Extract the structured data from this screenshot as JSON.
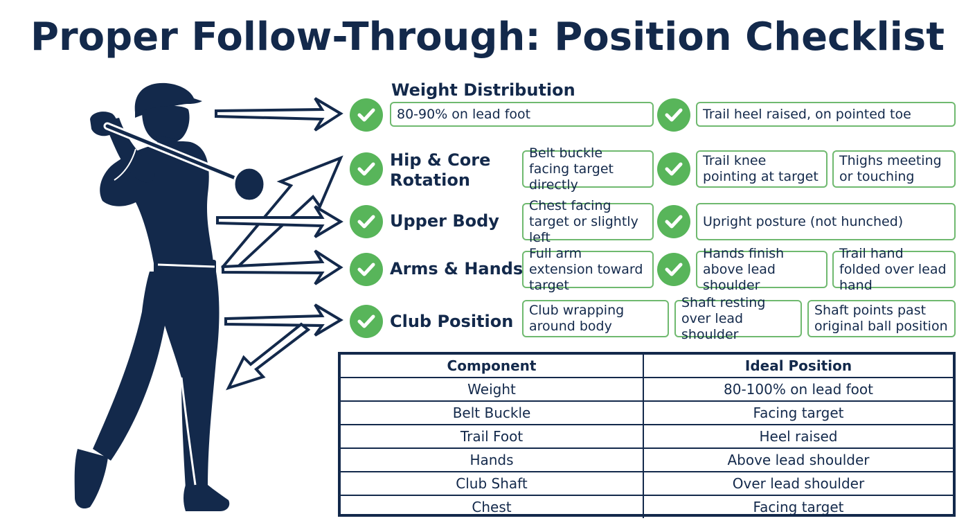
{
  "title": "Proper Follow-Through: Position Checklist",
  "icons": {
    "figure": "golfer-silhouette-icon",
    "check": "check-circle-icon",
    "arrow": "outline-arrow-icon"
  },
  "colors": {
    "navy": "#13294b",
    "green": "#58b55a",
    "box_border": "#6fb96f"
  },
  "checklist": {
    "weight": {
      "label": "Weight Distribution",
      "items": [
        "80-90% on lead foot",
        "Trail heel raised, on pointed toe"
      ]
    },
    "hip": {
      "label": "Hip & Core Rotation",
      "items": [
        "Belt buckle facing target directly",
        "Trail knee pointing at target",
        "Thighs meeting or touching"
      ]
    },
    "upper": {
      "label": "Upper Body",
      "items": [
        "Chest facing target or slightly left",
        "Upright posture (not hunched)"
      ]
    },
    "arms": {
      "label": "Arms & Hands",
      "items": [
        "Full arm extension toward target",
        "Hands finish above lead shoulder",
        "Trail hand folded over lead hand"
      ]
    },
    "club": {
      "label": "Club Position",
      "items": [
        "Club wrapping around body",
        "Shaft resting over lead shoulder",
        "Shaft points past original ball position"
      ]
    }
  },
  "table": {
    "headers": [
      "Component",
      "Ideal Position"
    ],
    "rows": [
      [
        "Weight",
        "80-100% on lead foot"
      ],
      [
        "Belt Buckle",
        "Facing target"
      ],
      [
        "Trail Foot",
        "Heel raised"
      ],
      [
        "Hands",
        "Above lead shoulder"
      ],
      [
        "Club Shaft",
        "Over lead shoulder"
      ],
      [
        "Chest",
        "Facing target"
      ]
    ]
  }
}
